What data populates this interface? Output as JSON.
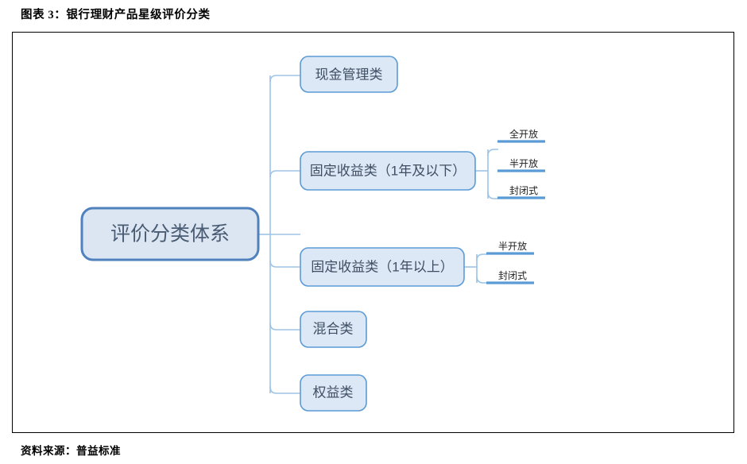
{
  "figure": {
    "title": "图表 3：银行理财产品星级评价分类",
    "source": "资料来源：普益标准"
  },
  "chart_data": {
    "type": "diagram",
    "diagram_type": "mind-map",
    "title": "银行理财产品星级评价分类",
    "root": {
      "label": "评价分类体系"
    },
    "branches": [
      {
        "label": "现金管理类",
        "leaves": []
      },
      {
        "label": "固定收益类（1年及以下）",
        "leaves": [
          "全开放",
          "半开放",
          "封闭式"
        ]
      },
      {
        "label": "固定收益类（1年以上）",
        "leaves": [
          "半开放",
          "封闭式"
        ]
      },
      {
        "label": "混合类",
        "leaves": []
      },
      {
        "label": "权益类",
        "leaves": []
      }
    ],
    "colors": {
      "node_fill": "#dce8f6",
      "node_stroke": "#5b9bd5",
      "root_stroke": "#4f81bd",
      "connector": "#9dc3e6",
      "leaf_bar": "#5b9bd5",
      "node_text": "#3f4e63",
      "frame": "#000000"
    }
  },
  "nodes": {
    "root": "评价分类体系",
    "b0": "现金管理类",
    "b1": "固定收益类（1年及以下）",
    "b2": "固定收益类（1年以上）",
    "b3": "混合类",
    "b4": "权益类",
    "b1_l0": "全开放",
    "b1_l1": "半开放",
    "b1_l2": "封闭式",
    "b2_l0": "半开放",
    "b2_l1": "封闭式"
  }
}
